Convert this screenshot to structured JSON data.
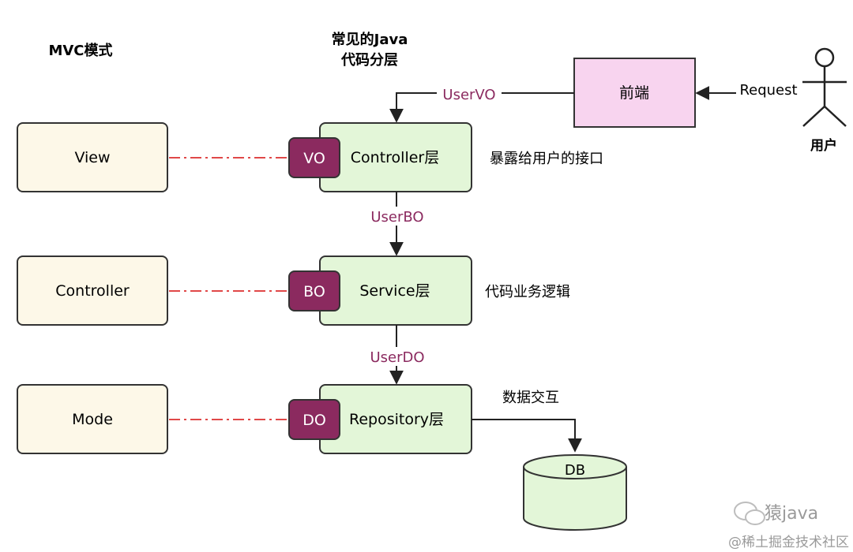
{
  "titles": {
    "mvc": "MVC模式",
    "java_line1": "常见的Java",
    "java_line2": "代码分层"
  },
  "mvc_boxes": [
    "View",
    "Controller",
    "Mode"
  ],
  "layers": [
    {
      "name": "Controller层",
      "tag": "VO",
      "desc": "暴露给用户的接口"
    },
    {
      "name": "Service层",
      "tag": "BO",
      "desc": "代码业务逻辑"
    },
    {
      "name": "Repository层",
      "tag": "DO",
      "desc": "数据交互"
    }
  ],
  "edges": {
    "vo": "UserVO",
    "bo": "UserBO",
    "do": "UserDO",
    "request": "Request"
  },
  "frontend": "前端",
  "user": "用户",
  "db": "DB",
  "watermark": {
    "brand": "猿java",
    "community": "@稀土掘金技术社区"
  },
  "colors": {
    "mvc_fill": "#fdf8e8",
    "layer_fill": "#e3f6d8",
    "tag_fill": "#8b2a5f",
    "frontend_fill": "#f8d4ef",
    "db_fill": "#e3f6d8",
    "edge_label": "#8b2a5f",
    "dash_line": "#e04848"
  }
}
